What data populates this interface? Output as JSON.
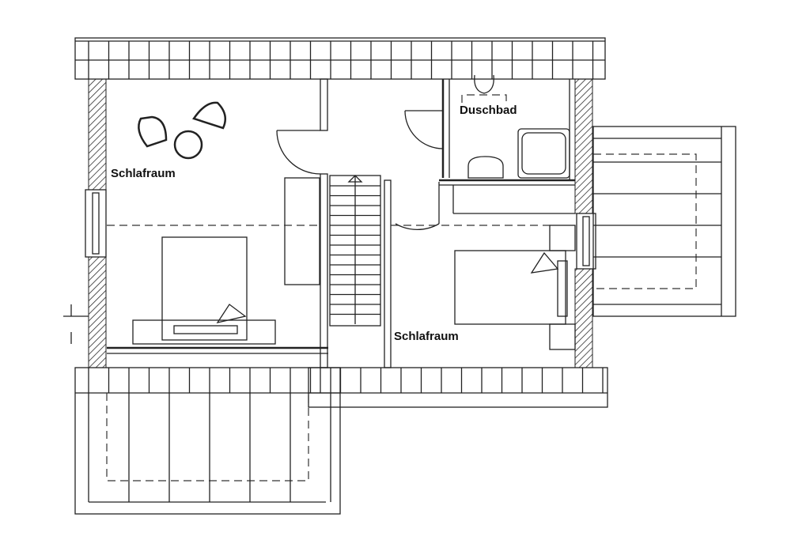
{
  "rooms": {
    "left_bedroom": "Schlafraum",
    "bathroom": "Duschbad",
    "right_bedroom": "Schlafraum"
  },
  "colors": {
    "line": "#222222",
    "background": "#ffffff"
  }
}
